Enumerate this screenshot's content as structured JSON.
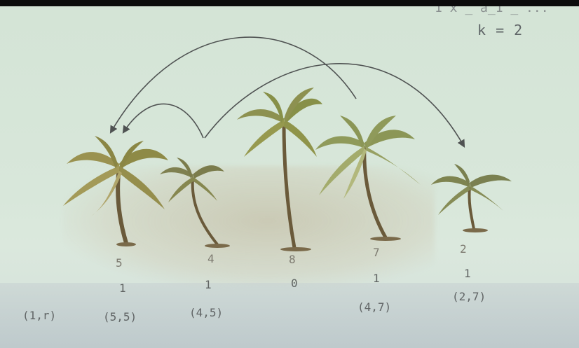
{
  "slide": {
    "top_partial": "1 x _ a_1 _ ...",
    "k_label": "k = 2"
  },
  "trees": [
    {
      "height": "5",
      "count": "1",
      "range": "(5,5)"
    },
    {
      "height": "4",
      "count": "1",
      "range": "(4,5)"
    },
    {
      "height": "8",
      "count": "0",
      "range": ""
    },
    {
      "height": "7",
      "count": "1",
      "range": "(4,7)"
    },
    {
      "height": "2",
      "count": "1",
      "range": "(2,7)"
    }
  ],
  "left_label": "(1,r)",
  "colors": {
    "background": "#d6e6d8",
    "palm_foliage": "#8d8a48",
    "trunk": "#6a5a3a",
    "arrow": "#4f5252"
  }
}
